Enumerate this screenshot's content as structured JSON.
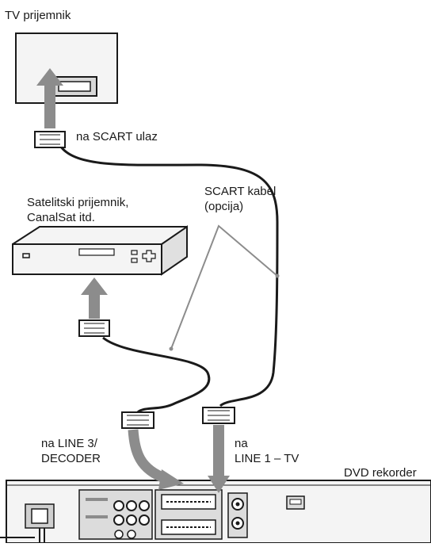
{
  "labels": {
    "tv": "TV prijemnik",
    "scart_in": "na SCART ulaz",
    "sat_line1": "Satelitski prijemnik,",
    "sat_line2": "CanalSat itd.",
    "cable_line1": "SCART kabel",
    "cable_line2": "(opcija)",
    "line3_line1": "na LINE 3/",
    "line3_line2": "DECODER",
    "line1_line1": "na",
    "line1_line2": "LINE 1 – TV",
    "dvd": "DVD rekorder"
  },
  "colors": {
    "device_fill": "#f4f4f4",
    "device_stroke": "#1a1a1a",
    "arrow": "#8c8c8c",
    "cable": "#1a1a1a",
    "callout": "#8c8c8c",
    "panel": "#dcdcdc"
  }
}
